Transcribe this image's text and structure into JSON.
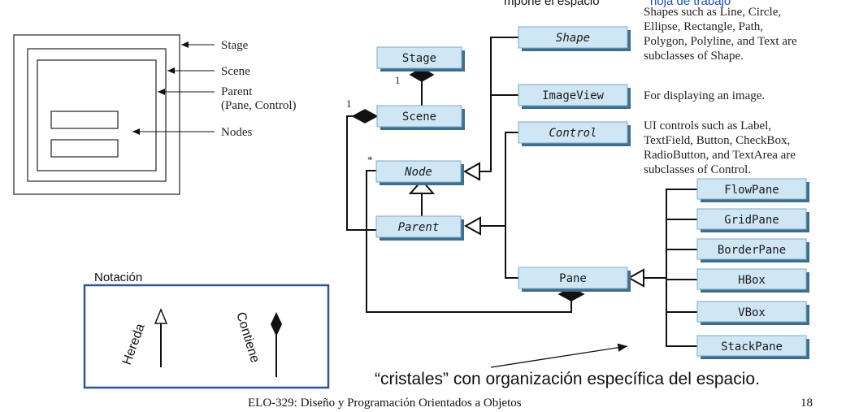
{
  "header_partial": "mpone  el espacio",
  "header_partial_accent": "hoja de trabajo",
  "left_diagram": {
    "labels": {
      "stage": "Stage",
      "scene": "Scene",
      "parent_line1": "Parent",
      "parent_line2": "(Pane, Control)",
      "nodes": "Nodes"
    }
  },
  "uml": {
    "boxes": {
      "stage": "Stage",
      "scene": "Scene",
      "node": "Node",
      "parent": "Parent",
      "shape": "Shape",
      "imageview": "ImageView",
      "control": "Control",
      "pane": "Pane",
      "flowpane": "FlowPane",
      "gridpane": "GridPane",
      "borderpane": "BorderPane",
      "hbox": "HBox",
      "vbox": "VBox",
      "stackpane": "StackPane"
    },
    "multiplicity": {
      "stage_scene": "1",
      "scene_node": "1",
      "node_many": "*"
    },
    "descriptions": {
      "shape": [
        "Shapes such as Line, Circle,",
        "Ellipse, Rectangle, Path,",
        "Polygon, Polyline, and Text are",
        "subclasses of Shape."
      ],
      "imageview": [
        "For displaying an image."
      ],
      "control": [
        "UI controls such as Label,",
        "TextField, Button, CheckBox,",
        "RadioButton, and TextArea are",
        "subclasses of Control."
      ]
    }
  },
  "notation": {
    "title": "Notación",
    "inherits": "Hereda",
    "contains": "Contiene"
  },
  "caption": "“cristales” con organización específica del espacio.",
  "footer": {
    "course": "ELO-329: Diseño y Programación Orientados a Objetos",
    "page": "18"
  },
  "colors": {
    "box_fill": "#cfe6f5",
    "box_shadow": "#3d6f8c",
    "notation_border": "#2f5597",
    "accent_header": "#1f4fbf"
  }
}
